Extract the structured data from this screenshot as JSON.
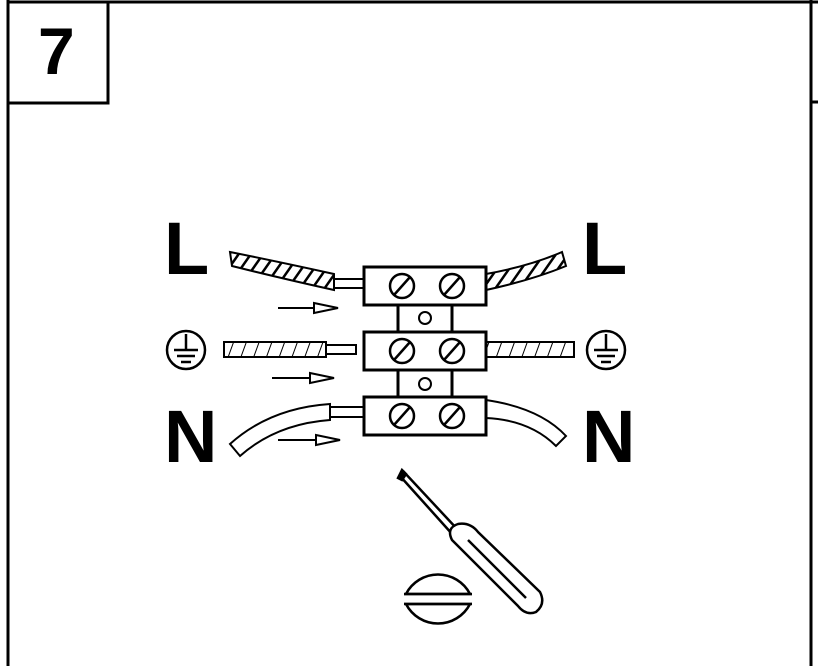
{
  "step": {
    "number": "7"
  },
  "labels": {
    "line": "L",
    "neutral": "N"
  },
  "icons": {
    "earth": "earth-ground-icon",
    "screwdriver": "flathead-screwdriver-icon",
    "screw": "slotted-screw-head-icon",
    "arrow": "right-arrow-icon"
  },
  "colors": {
    "ink": "#000000",
    "paper": "#ffffff"
  }
}
